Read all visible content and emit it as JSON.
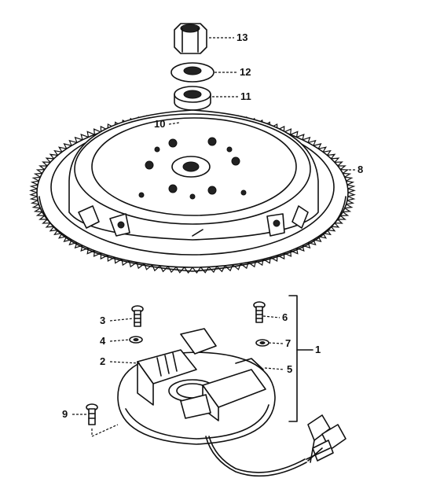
{
  "callouts": [
    {
      "id": "c13",
      "text": "13"
    },
    {
      "id": "c12",
      "text": "12"
    },
    {
      "id": "c11",
      "text": "11"
    },
    {
      "id": "c10",
      "text": "10"
    },
    {
      "id": "c8",
      "text": "8"
    },
    {
      "id": "c3",
      "text": "3"
    },
    {
      "id": "c6",
      "text": "6"
    },
    {
      "id": "c4",
      "text": "4"
    },
    {
      "id": "c7",
      "text": "7"
    },
    {
      "id": "c1",
      "text": "1"
    },
    {
      "id": "c2",
      "text": "2"
    },
    {
      "id": "c5",
      "text": "5"
    },
    {
      "id": "c9",
      "text": "9"
    }
  ]
}
